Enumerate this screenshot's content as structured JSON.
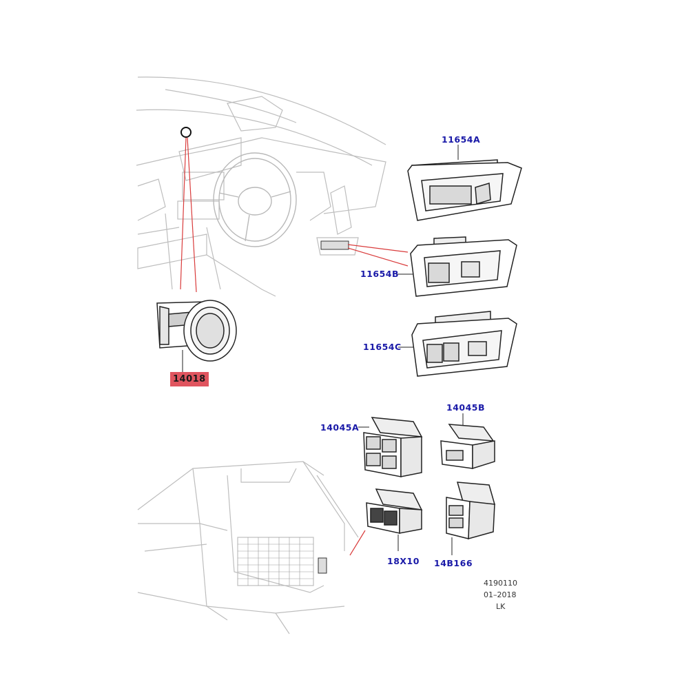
{
  "callouts": {
    "c11654A": "11654A",
    "c11654B": "11654B",
    "c11654C": "11654C",
    "c14018": "14018",
    "c14045A": "14045A",
    "c14045B": "14045B",
    "c18X10": "18X10",
    "c14B166": "14B166"
  },
  "footer": {
    "drawing_number": "4190110",
    "date": "01–2018",
    "code": "LK"
  },
  "colors": {
    "callout_text": "#1a1aa8",
    "highlight_fill": "#e0555f",
    "leader_red": "#d93a3a",
    "line_art": "#222222",
    "faint_line": "#bdbdbd"
  }
}
